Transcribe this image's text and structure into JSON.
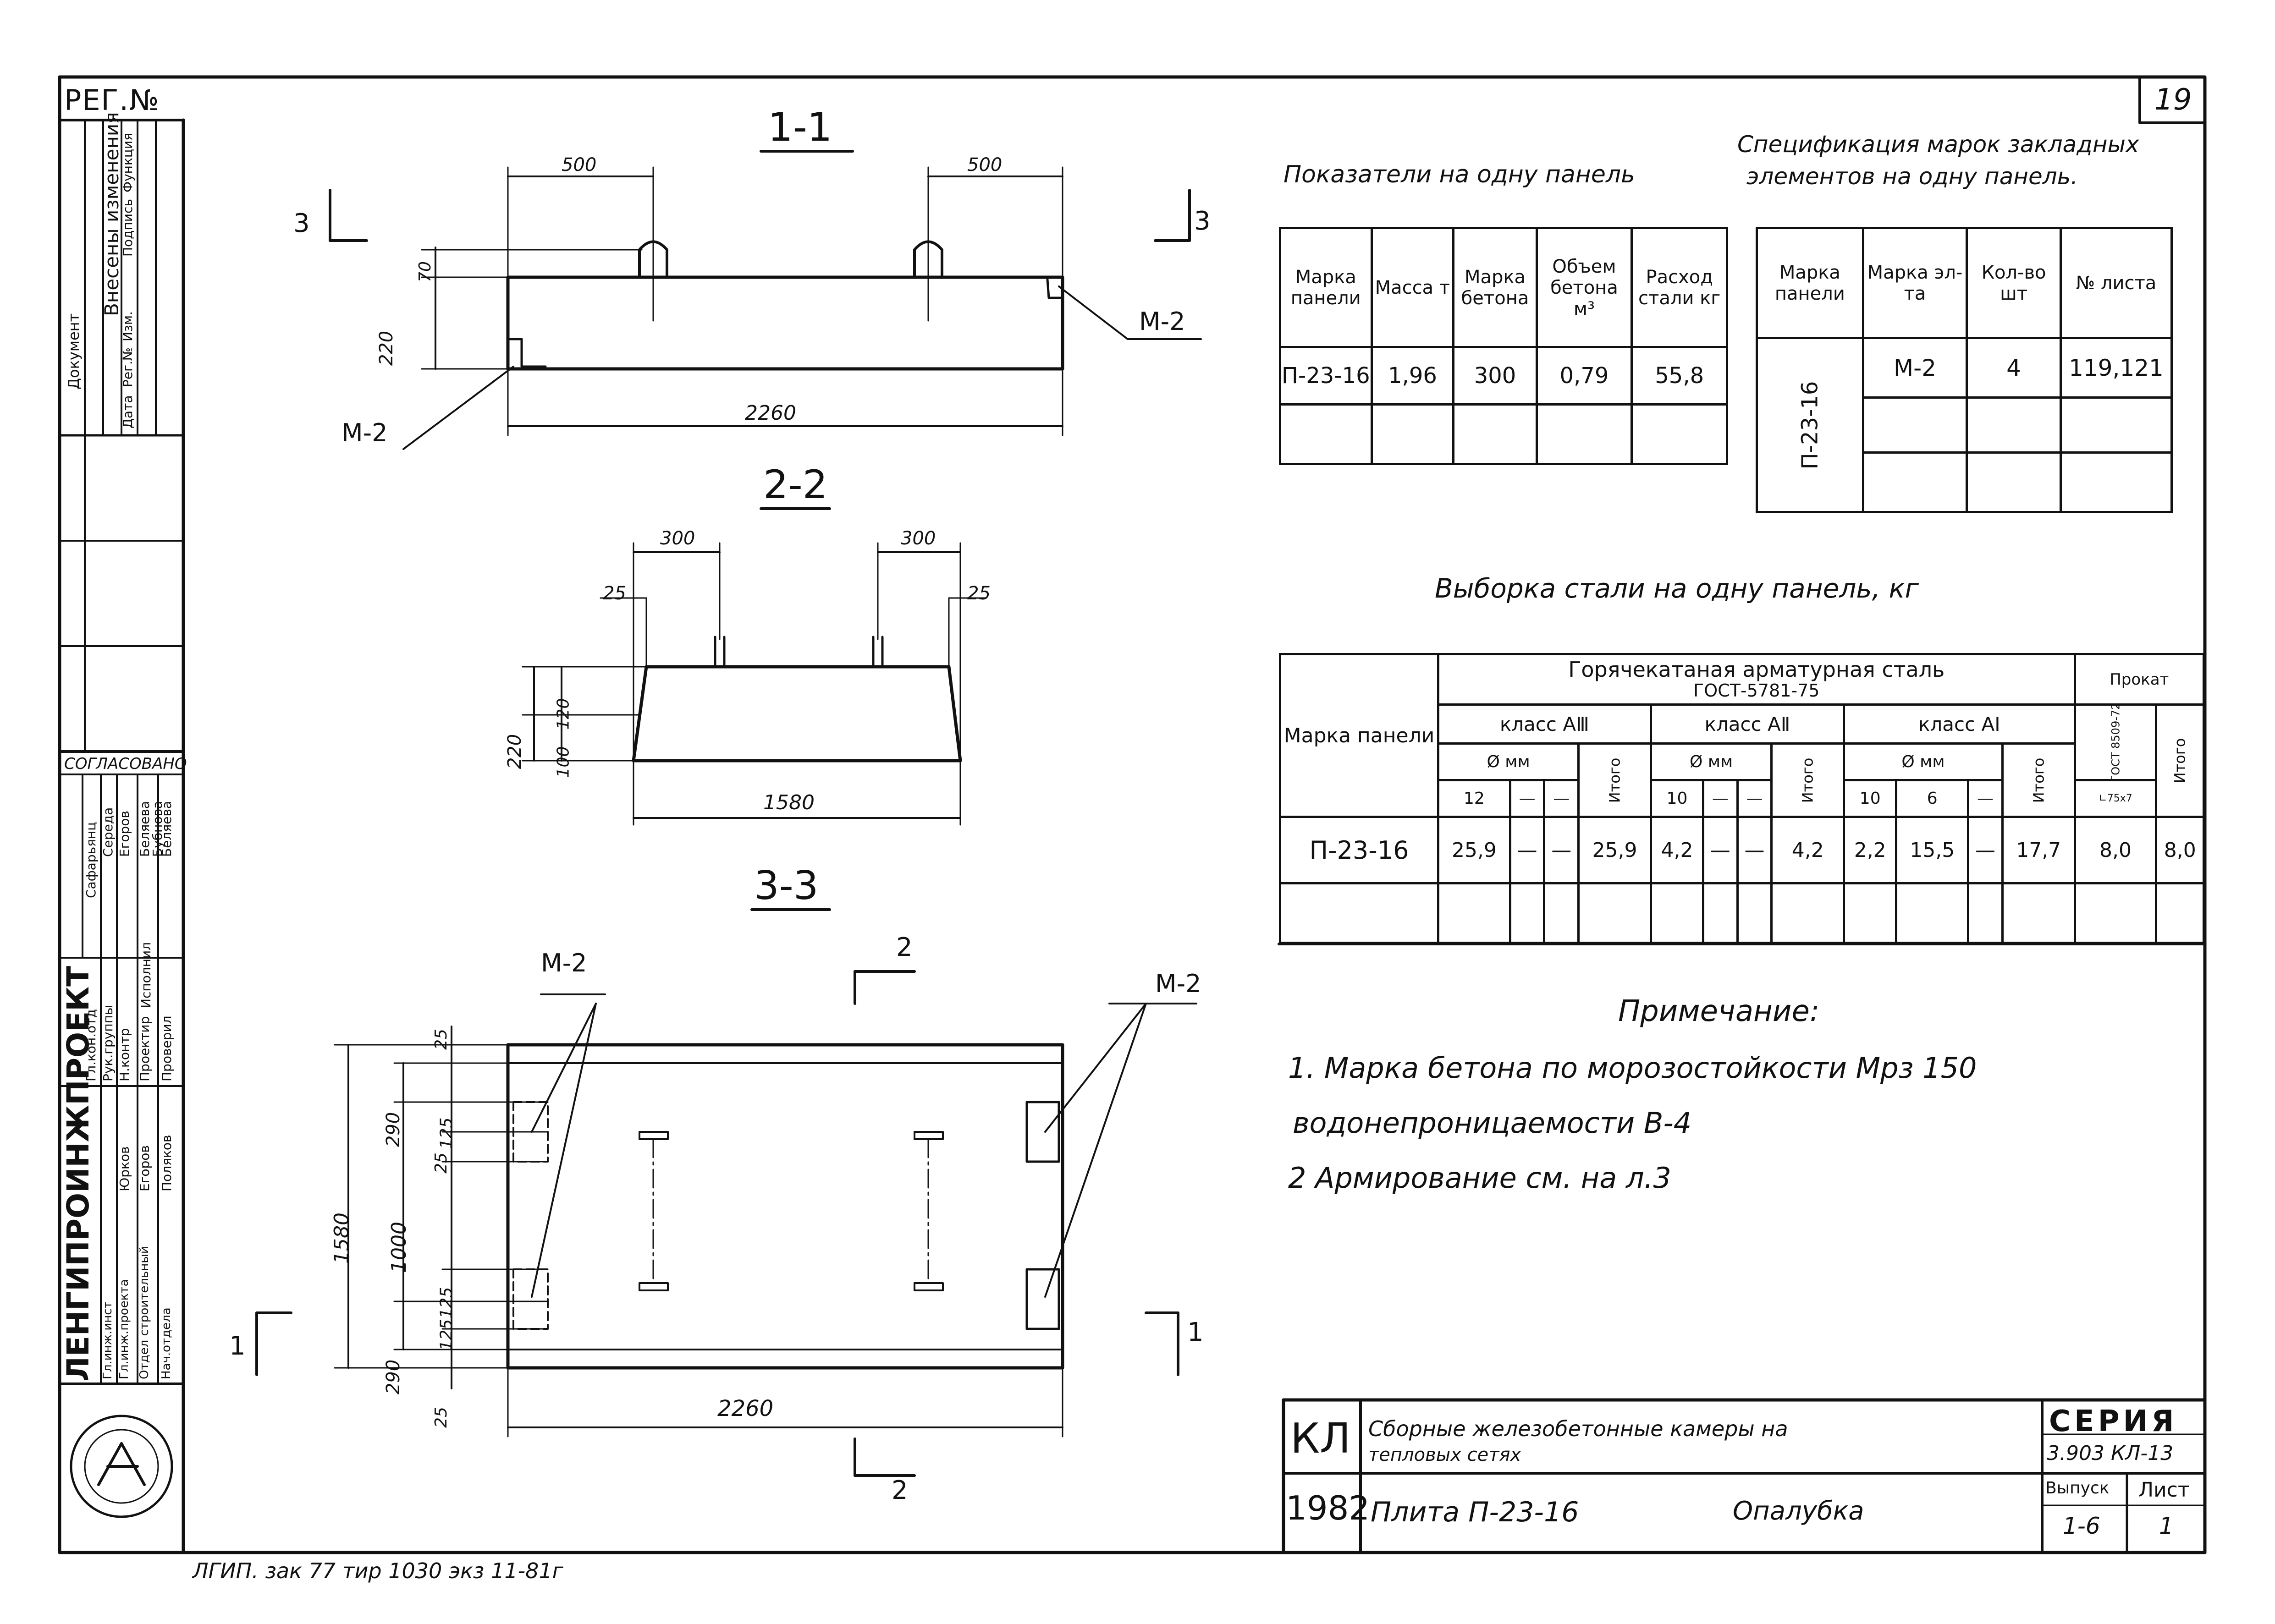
{
  "sheet": {
    "page_number": "19",
    "reg_label": "РЕГ.№",
    "bottom_note": "ЛГИП. зак 77 тир 1030 экз 11-81г"
  },
  "left_stamp": {
    "org_name": "ЛЕНГИПРОИНЖПРОЕКТ",
    "changes_title": "Внесены изменения",
    "changes_cols": [
      "Дата",
      "Рег.№",
      "Изм.",
      "Подпись",
      "Функция"
    ],
    "changes_subtitle": "Документ",
    "agreed_label": "СОГЛАСОВАНО",
    "roles": [
      "Гл.кон.отд",
      "Рук.группы",
      "Н.контр",
      "Проектир",
      "Исполнил",
      "Проверил"
    ],
    "names": [
      "Сафарьянц",
      "Середа",
      "Егоров",
      "Беляева",
      "Бубнова",
      "Беляева"
    ],
    "chiefs": [
      "Гл.инж.инст",
      "Гл.инж.проекта",
      "Отдел строительный",
      "Нач.отдела"
    ],
    "chief_names": [
      "Юрков",
      "Егоров",
      "Поляков"
    ]
  },
  "drawing": {
    "section_1_1": {
      "title": "1-1",
      "dim_left": "500",
      "dim_right": "500",
      "dim_70": "70",
      "dim_220": "220",
      "dim_length": "2260",
      "mark_left": "М-2",
      "mark_right": "М-2",
      "cut_3_left": "3",
      "cut_3_right": "3"
    },
    "section_2_2": {
      "title": "2-2",
      "dim_left": "300",
      "dim_right": "300",
      "dim_25_left": "25",
      "dim_25_right": "25",
      "dim_220": "220",
      "dim_120": "120",
      "dim_100": "100",
      "dim_width": "1580"
    },
    "section_3_3": {
      "title": "3-3",
      "mark_left": "М-2",
      "mark_right": "М-2",
      "cut_2_top": "2",
      "cut_2_bottom": "2",
      "cut_1_left": "1",
      "cut_1_right": "1",
      "dim_total": "1580",
      "dim_1000": "1000",
      "dim_290_top": "290",
      "dim_290_bottom": "290",
      "dim_25_a": "25",
      "dim_25_b": "25",
      "dim_25_c": "25",
      "dim_125_a": "125",
      "dim_125_b": "125",
      "dim_125_c": "125",
      "dim_length": "2260"
    }
  },
  "indicators": {
    "title": "Показатели на одну панель",
    "headers": [
      "Марка панели",
      "Масса т",
      "Марка бетона",
      "Объем бетона м³",
      "Расход стали кг"
    ],
    "rows": [
      [
        "П-23-16",
        "1,96",
        "300",
        "0,79",
        "55,8"
      ]
    ]
  },
  "embedded_spec": {
    "title_line1": "Спецификация марок закладных",
    "title_line2": "элементов на одну панель.",
    "headers": [
      "Марка панели",
      "Марка эл-та",
      "Кол-во шт",
      "№ листа"
    ],
    "panel": "П-23-16",
    "rows": [
      [
        "М-2",
        "4",
        "119,121"
      ]
    ]
  },
  "steel": {
    "title": "Выборка стали на одну панель, кг",
    "col_panel": "Марка панели",
    "group_title": "Горячекатаная арматурная сталь",
    "group_gost": "ГОСТ-5781-75",
    "rolled": "Прокат",
    "class_aiii": "класс АⅢ",
    "class_aii": "класс АⅡ",
    "class_ai": "класс АⅠ",
    "diam": "Ø мм",
    "total": "Итого",
    "gost_rolled": "ГОСТ 8509-72",
    "rolled_size": "∟75х7",
    "d_aiii": [
      "12",
      "—",
      "—"
    ],
    "d_aii": [
      "10",
      "—",
      "—"
    ],
    "d_ai": [
      "10",
      "6",
      "—"
    ],
    "row_panel": "П-23-16",
    "row_aiii": [
      "25,9",
      "—",
      "—",
      "25,9"
    ],
    "row_aii": [
      "4,2",
      "—",
      "—",
      "4,2"
    ],
    "row_ai": [
      "2,2",
      "15,5",
      "—",
      "17,7"
    ],
    "row_rolled": [
      "8,0",
      "8,0"
    ]
  },
  "notes": {
    "title": "Примечание:",
    "line1": "1. Марка бетона по морозостойкости Мрз 150",
    "line2": "водонепроницаемости В-4",
    "line3": "2 Армирование см. на л.3"
  },
  "title_block": {
    "code": "КЛ",
    "year": "1982",
    "desc_line1": "Сборные железобетонные камеры на",
    "desc_line2": "тепловых сетях",
    "sheet_name": "Плита П-23-16",
    "type": "Опалубка",
    "series_label": "СЕРИЯ",
    "series_value": "3.903 КЛ-13",
    "issue_label": "Выпуск",
    "issue_value": "1-6",
    "sheet_label": "Лист",
    "sheet_value": "1"
  }
}
